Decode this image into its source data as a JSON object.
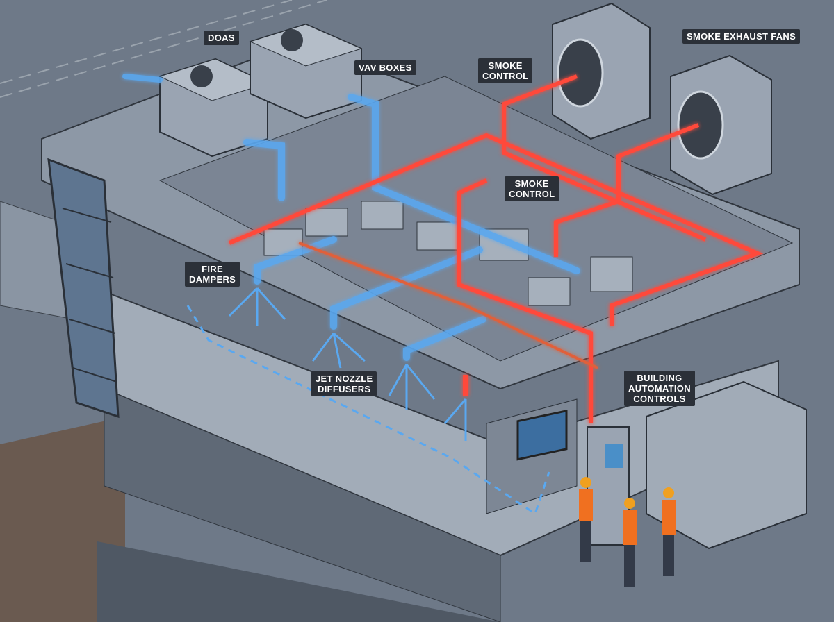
{
  "labels": {
    "doas": "DOAS",
    "vav_boxes": "VAV BOXES",
    "smoke_control_top": [
      "SMOKE",
      "CONTROL"
    ],
    "smoke_exhaust_fans": "SMOKE EXHAUST FANS",
    "smoke_control_mid": [
      "SMOKE",
      "CONTROL"
    ],
    "fire_dampers": [
      "FIRE",
      "DAMPERS"
    ],
    "jet_nozzle_diffusers": [
      "JET NOZZLE",
      "DIFFUSERS"
    ],
    "building_automation_controls": [
      "BUILDING",
      "AUTOMATION",
      "CONTROLS"
    ]
  },
  "colors": {
    "supply_air": "#5aa8f0",
    "smoke_exhaust": "#ff4a3a",
    "background": "#6b7686",
    "label_bg": "#2b3038"
  }
}
